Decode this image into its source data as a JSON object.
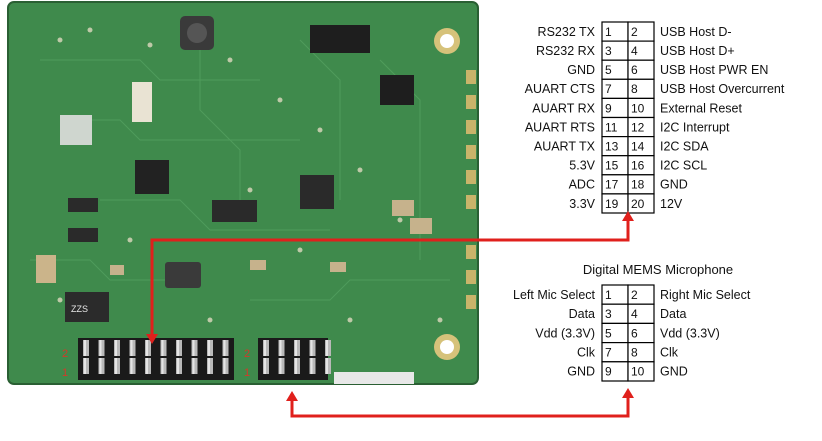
{
  "board": {
    "header_left_marks": [
      "2",
      "1"
    ],
    "header_right_marks": [
      "2",
      "1"
    ],
    "inductor_marking": "ZZS"
  },
  "main_header": {
    "pins": [
      {
        "left_num": "1",
        "left_label": "RS232 TX",
        "right_num": "2",
        "right_label": "USB Host D-"
      },
      {
        "left_num": "3",
        "left_label": "RS232 RX",
        "right_num": "4",
        "right_label": "USB Host D+"
      },
      {
        "left_num": "5",
        "left_label": "GND",
        "right_num": "6",
        "right_label": "USB Host PWR EN"
      },
      {
        "left_num": "7",
        "left_label": "AUART CTS",
        "right_num": "8",
        "right_label": "USB Host Overcurrent"
      },
      {
        "left_num": "9",
        "left_label": "AUART RX",
        "right_num": "10",
        "right_label": "External Reset"
      },
      {
        "left_num": "11",
        "left_label": "AUART RTS",
        "right_num": "12",
        "right_label": "I2C Interrupt"
      },
      {
        "left_num": "13",
        "left_label": "AUART TX",
        "right_num": "14",
        "right_label": "I2C SDA"
      },
      {
        "left_num": "15",
        "left_label": "5.3V",
        "right_num": "16",
        "right_label": "I2C SCL"
      },
      {
        "left_num": "17",
        "left_label": "ADC",
        "right_num": "18",
        "right_label": "GND"
      },
      {
        "left_num": "19",
        "left_label": "3.3V",
        "right_num": "20",
        "right_label": "12V"
      }
    ]
  },
  "mic_header": {
    "title": "Digital MEMS Microphone",
    "pins": [
      {
        "left_num": "1",
        "left_label": "Left Mic Select",
        "right_num": "2",
        "right_label": "Right Mic Select"
      },
      {
        "left_num": "3",
        "left_label": "Data",
        "right_num": "4",
        "right_label": "Data"
      },
      {
        "left_num": "5",
        "left_label": "Vdd (3.3V)",
        "right_num": "6",
        "right_label": "Vdd (3.3V)"
      },
      {
        "left_num": "7",
        "left_label": "Clk",
        "right_num": "8",
        "right_label": "Clk"
      },
      {
        "left_num": "9",
        "left_label": "GND",
        "right_num": "10",
        "right_label": "GND"
      }
    ]
  },
  "colors": {
    "pcb": "#3f8a4c",
    "pcb_dark": "#2f6f3b",
    "arrow": "#e0201c",
    "pin_box": "#000000"
  }
}
